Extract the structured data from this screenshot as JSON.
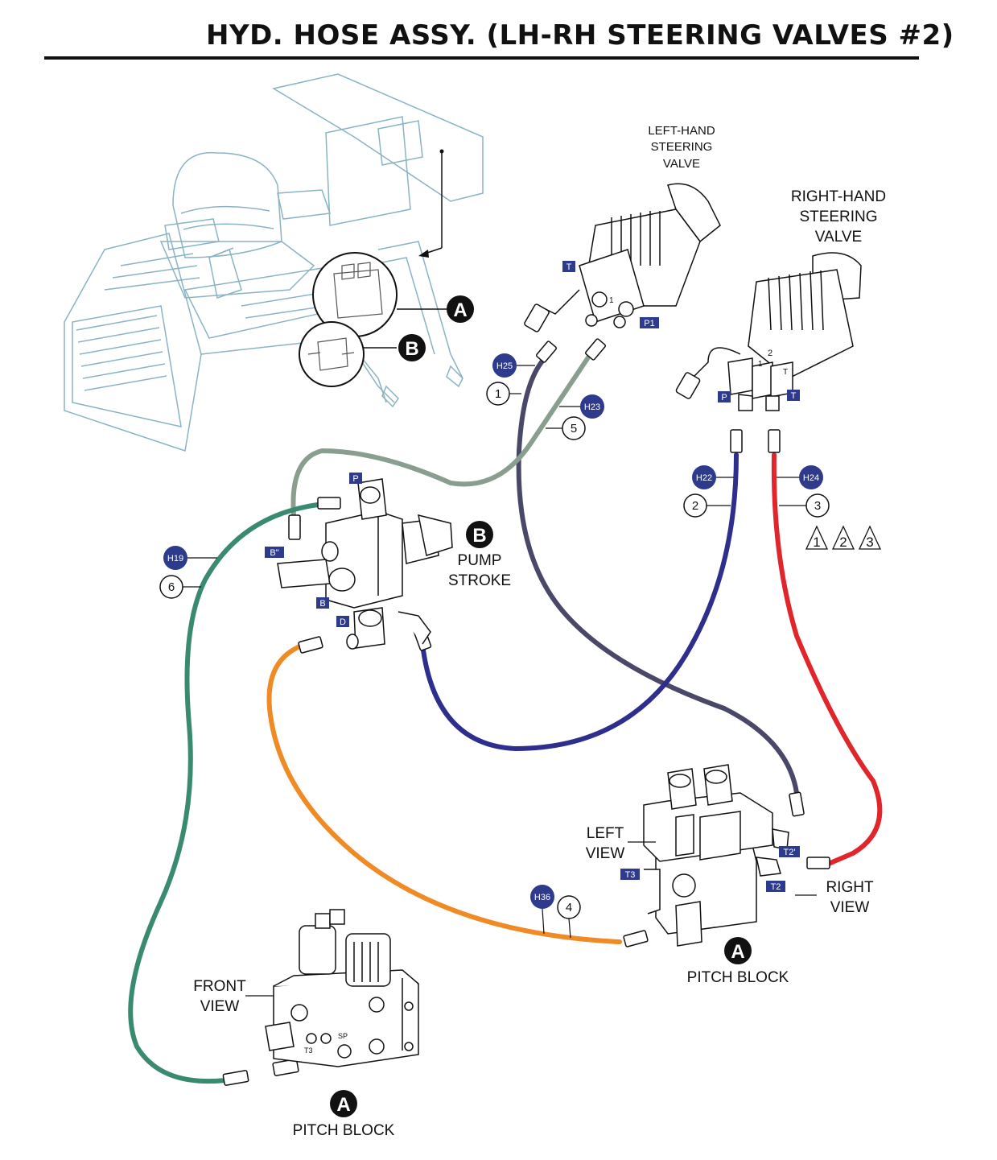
{
  "title": "HYD. HOSE ASSY. (LH-RH STEERING VALVES #2)",
  "colors": {
    "hose_1": "#4a4868",
    "hose_2": "#2e2e8c",
    "hose_3": "#e0262b",
    "hose_4": "#f08a24",
    "hose_5": "#8a9e90",
    "hose_6": "#3a8a72",
    "tag_fill": "#2e3b8c",
    "outline": "#8ab3c4"
  },
  "labels": {
    "lh_valve": [
      "LEFT-HAND",
      "STEERING",
      "VALVE"
    ],
    "rh_valve": [
      "RIGHT-HAND",
      "STEERING",
      "VALVE"
    ],
    "pump_stroke": [
      "PUMP",
      "STROKE"
    ],
    "pitch_block_a": "PITCH BLOCK",
    "pitch_block_b": "PITCH BLOCK",
    "left_view": [
      "LEFT",
      "VIEW"
    ],
    "right_view": [
      "RIGHT",
      "VIEW"
    ],
    "front_view": [
      "FRONT",
      "VIEW"
    ],
    "callout_A": "A",
    "callout_B": "B"
  },
  "port_tags": {
    "lh_t": "T",
    "lh_p1": "P1",
    "rh_p": "P",
    "rh_t": "T",
    "pump_p": "P",
    "pump_b2": "B\"",
    "pump_b": "B",
    "pump_d": "D",
    "pitch_t3": "T3",
    "pitch_t2p": "T2'",
    "pitch_t2": "T2",
    "front_t3": "T3",
    "front_sp": "SP"
  },
  "hoses": [
    {
      "id": "H25",
      "num": "1"
    },
    {
      "id": "H22",
      "num": "2"
    },
    {
      "id": "H24",
      "num": "3"
    },
    {
      "id": "H36",
      "num": "4"
    },
    {
      "id": "H23",
      "num": "5"
    },
    {
      "id": "H19",
      "num": "6"
    }
  ],
  "valve_marks": {
    "one": "1",
    "two": "2",
    "t": "T"
  },
  "notes": [
    "1",
    "2",
    "3"
  ]
}
